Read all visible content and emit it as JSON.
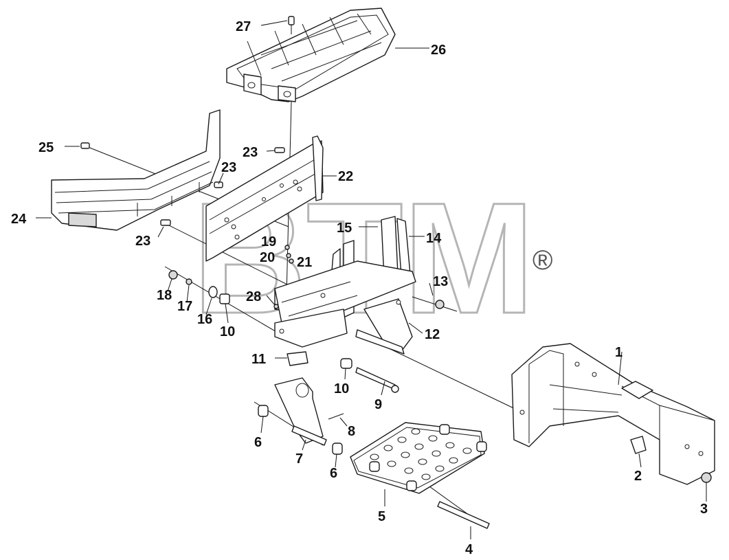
{
  "watermark": {
    "text": "BTM",
    "registered_mark": "®"
  },
  "callouts": [
    {
      "id": "c1",
      "text": "1"
    },
    {
      "id": "c2",
      "text": "2"
    },
    {
      "id": "c3",
      "text": "3"
    },
    {
      "id": "c4",
      "text": "4"
    },
    {
      "id": "c5",
      "text": "5"
    },
    {
      "id": "c6a",
      "text": "6"
    },
    {
      "id": "c6b",
      "text": "6"
    },
    {
      "id": "c7",
      "text": "7"
    },
    {
      "id": "c8",
      "text": "8"
    },
    {
      "id": "c9",
      "text": "9"
    },
    {
      "id": "c10a",
      "text": "10"
    },
    {
      "id": "c10b",
      "text": "10"
    },
    {
      "id": "c11",
      "text": "11"
    },
    {
      "id": "c12",
      "text": "12"
    },
    {
      "id": "c13",
      "text": "13"
    },
    {
      "id": "c14",
      "text": "14"
    },
    {
      "id": "c15",
      "text": "15"
    },
    {
      "id": "c16",
      "text": "16"
    },
    {
      "id": "c17",
      "text": "17"
    },
    {
      "id": "c18",
      "text": "18"
    },
    {
      "id": "c19",
      "text": "19"
    },
    {
      "id": "c20",
      "text": "20"
    },
    {
      "id": "c21",
      "text": "21"
    },
    {
      "id": "c22",
      "text": "22"
    },
    {
      "id": "c23a",
      "text": "23"
    },
    {
      "id": "c23b",
      "text": "23"
    },
    {
      "id": "c23c",
      "text": "23"
    },
    {
      "id": "c24",
      "text": "24"
    },
    {
      "id": "c25",
      "text": "25"
    },
    {
      "id": "c26",
      "text": "26"
    },
    {
      "id": "c27",
      "text": "27"
    },
    {
      "id": "c28",
      "text": "28"
    }
  ]
}
